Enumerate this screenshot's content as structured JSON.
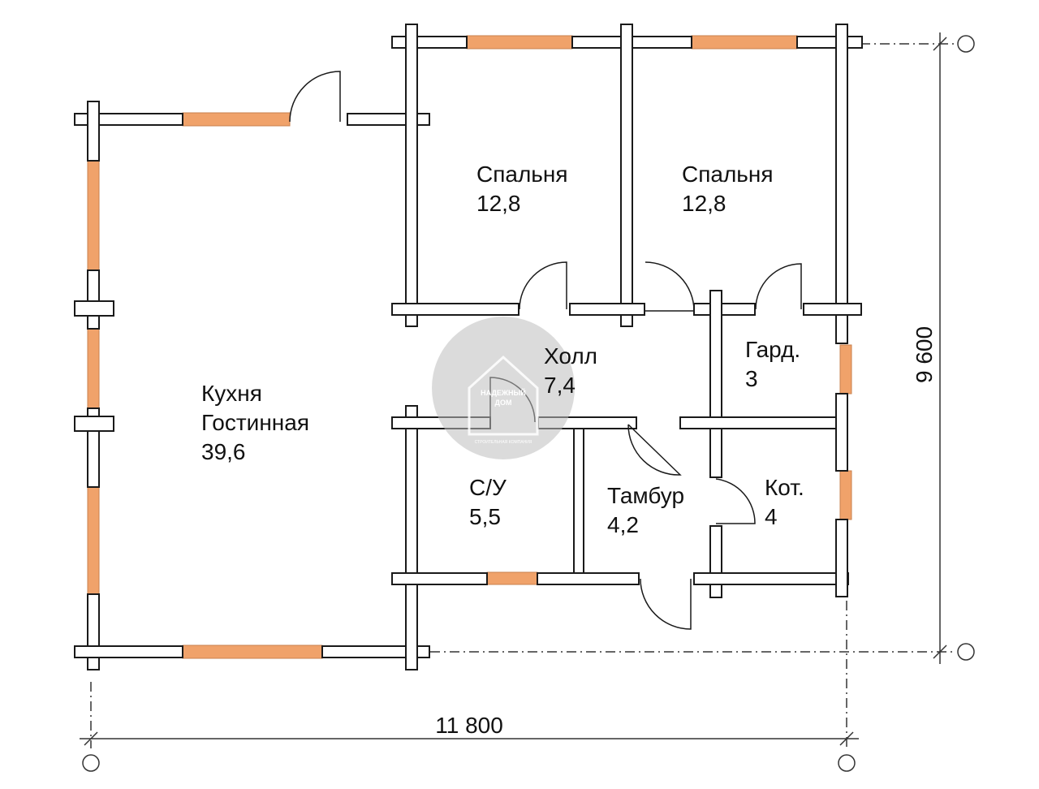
{
  "colors": {
    "wall_fill": "#ffffff",
    "wall_stroke": "#1a1a1a",
    "window": "#f0a26a",
    "dimension": "#333333",
    "watermark": "#bdbdbd"
  },
  "rooms": {
    "kitchen_line1": "Кухня",
    "kitchen_line2": "Гостинная",
    "kitchen_area": "39,6",
    "bedroom1_name": "Спальня",
    "bedroom1_area": "12,8",
    "bedroom2_name": "Спальня",
    "bedroom2_area": "12,8",
    "hall_name": "Холл",
    "hall_area": "7,4",
    "wardrobe_name": "Гард.",
    "wardrobe_area": "3",
    "bathroom_name": "С/У",
    "bathroom_area": "5,5",
    "vestibule_name": "Тамбур",
    "vestibule_area": "4,2",
    "boiler_name": "Кот.",
    "boiler_area": "4"
  },
  "dimensions": {
    "width": "11 800",
    "depth": "9 600"
  },
  "watermark": {
    "line1": "НАДЕЖНЫЙ",
    "line2": "ДОМ",
    "line3": "СТРОИТЕЛЬНАЯ КОМПАНИЯ"
  }
}
